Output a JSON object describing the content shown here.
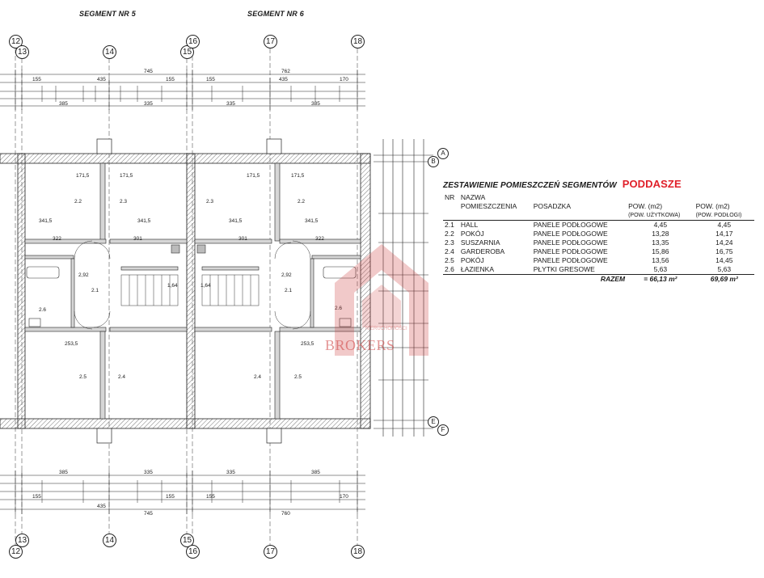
{
  "segments": {
    "seg5": "SEGMENT NR 5",
    "seg6": "SEGMENT NR 6"
  },
  "axes": {
    "top": [
      "12",
      "13",
      "14",
      "15",
      "16",
      "17",
      "18"
    ],
    "bottom": [
      "13",
      "12",
      "14",
      "15",
      "16",
      "17",
      "18"
    ],
    "right": [
      "A",
      "B",
      "E",
      "F"
    ]
  },
  "dims": {
    "top_total_left": "745",
    "top_total_right": "762",
    "top_mid_left": "435",
    "top_mid_right": "435",
    "bottom_total_left": "745",
    "bottom_total_right": "760",
    "row_385": "385",
    "row_335": "335",
    "row_155": "155",
    "row_170": "170"
  },
  "rooms": {
    "labels": [
      "2.2",
      "2.3",
      "2.3",
      "2.2",
      "2.1",
      "2.1",
      "2.6",
      "2.6",
      "2.5",
      "2.4",
      "2.4",
      "2.5"
    ],
    "sizes": [
      "171,5",
      "171,5",
      "171,5",
      "171,5",
      "341,5",
      "341,5",
      "341,5",
      "341,5",
      "301",
      "301",
      "322",
      "322",
      "2,92",
      "2,92",
      "1,64",
      "1,64",
      "253,5",
      "253,5"
    ]
  },
  "table": {
    "title": "ZESTAWIENIE POMIESZCZEŃ SEGMENTÓW",
    "title_accent": "PODDASZE",
    "headers": {
      "nr": "NR",
      "name_1": "NAZWA",
      "name_2": "POMIESZCZENIA",
      "floor": "POSADZKA",
      "area_used": "POW. (m2)",
      "area_used_sub": "(POW. UŻYTKOWA)",
      "area_floor": "POW. (m2)",
      "area_floor_sub": "(POW. PODŁOGI)"
    },
    "rows": [
      {
        "nr": "2.1",
        "name": "HALL",
        "floor": "PANELE PODŁOGOWE",
        "used": "4,45",
        "total": "4,45"
      },
      {
        "nr": "2.2",
        "name": "POKÓJ",
        "floor": "PANELE PODŁOGOWE",
        "used": "13,28",
        "total": "14,17"
      },
      {
        "nr": "2.3",
        "name": "SUSZARNIA",
        "floor": "PANELE PODŁOGOWE",
        "used": "13,35",
        "total": "14,24"
      },
      {
        "nr": "2.4",
        "name": "GARDEROBA",
        "floor": "PANELE PODŁOGOWE",
        "used": "15,86",
        "total": "16,75"
      },
      {
        "nr": "2.5",
        "name": "POKÓJ",
        "floor": "PANELE PODŁOGOWE",
        "used": "13,56",
        "total": "14,45"
      },
      {
        "nr": "2.6",
        "name": "ŁAZIENKA",
        "floor": "PŁYTKI GRESOWE",
        "used": "5,63",
        "total": "5,63"
      }
    ],
    "sum": {
      "label": "RAZEM",
      "used": "= 66,13 m²",
      "total": "69,69 m²"
    }
  },
  "watermark": {
    "text": "BROKERS",
    "sub": "NIERUCHOMOŚCI"
  },
  "colors": {
    "line": "#1a1a1a",
    "wall_fill": "#c8c8c8",
    "accent": "#e0202a",
    "watermark": "#d04a4a"
  }
}
